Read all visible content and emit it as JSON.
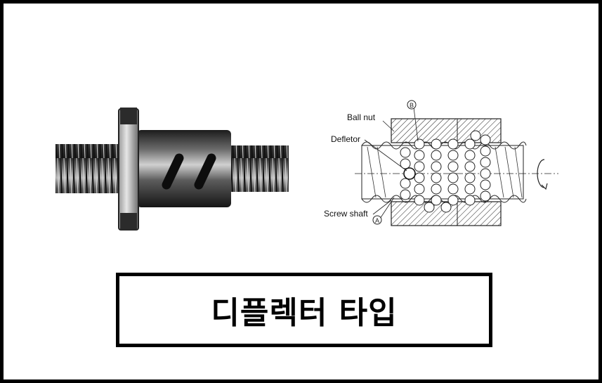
{
  "diagram": {
    "labels": {
      "ball_nut": "Ball nut",
      "deflector": "Defletor",
      "screw_shaft": "Screw shaft",
      "marker_a": "A",
      "marker_b": "B"
    }
  },
  "caption": {
    "title": "디플렉터 타입"
  },
  "colors": {
    "border": "#000000",
    "background": "#ffffff"
  }
}
